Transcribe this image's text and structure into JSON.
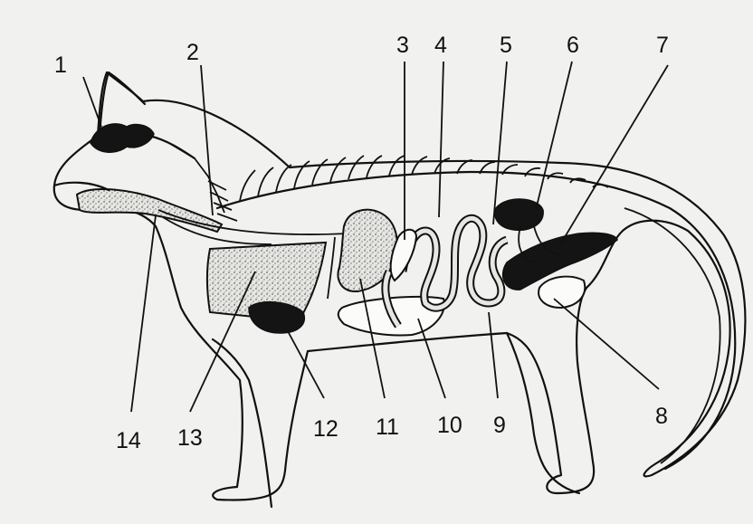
{
  "labels": [
    {
      "id": "1",
      "text": "1"
    },
    {
      "id": "2",
      "text": "2"
    },
    {
      "id": "3",
      "text": "3"
    },
    {
      "id": "4",
      "text": "4"
    },
    {
      "id": "5",
      "text": "5"
    },
    {
      "id": "6",
      "text": "6"
    },
    {
      "id": "7",
      "text": "7"
    },
    {
      "id": "8",
      "text": "8"
    },
    {
      "id": "9",
      "text": "9"
    },
    {
      "id": "10",
      "text": "10"
    },
    {
      "id": "11",
      "text": "11"
    },
    {
      "id": "12",
      "text": "12"
    },
    {
      "id": "13",
      "text": "13"
    },
    {
      "id": "14",
      "text": "14"
    }
  ],
  "colors": {
    "ink": "#111111",
    "paper": "#f1f1ef"
  }
}
